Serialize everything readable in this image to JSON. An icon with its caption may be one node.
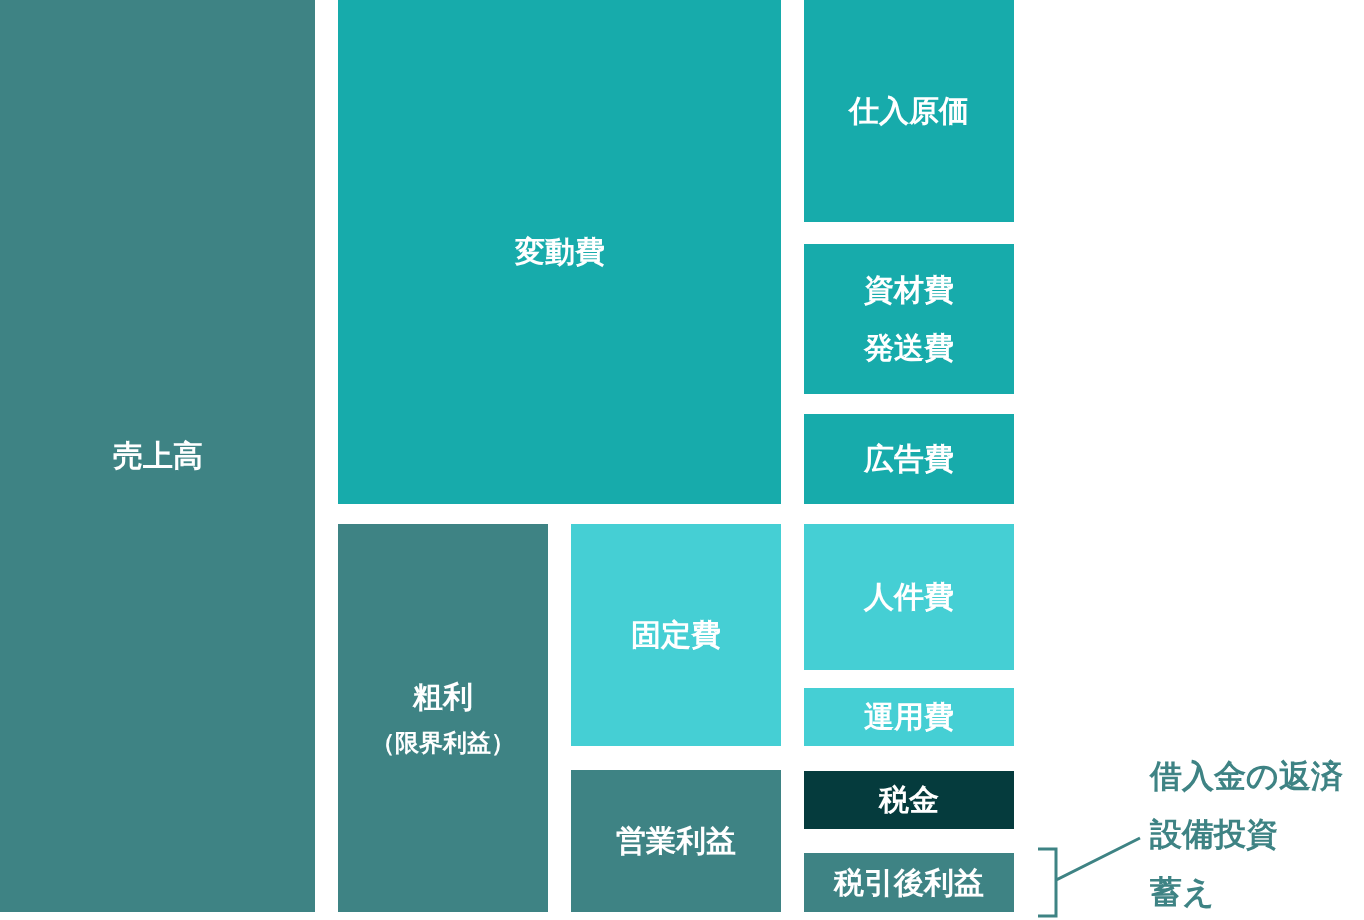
{
  "diagram": {
    "nodes": [
      {
        "text": [
          "売上高"
        ]
      },
      {
        "text": [
          "変動費"
        ]
      },
      {
        "text": [
          "仕入原価"
        ]
      },
      {
        "text": [
          "資材費",
          "発送費"
        ]
      },
      {
        "text": [
          "広告費"
        ]
      },
      {
        "text": [
          "粗利",
          "（限界利益）"
        ]
      },
      {
        "text": [
          "固定費"
        ]
      },
      {
        "text": [
          "人件費"
        ]
      },
      {
        "text": [
          "運用費"
        ]
      },
      {
        "text": [
          "営業利益"
        ]
      },
      {
        "text": [
          "税金"
        ]
      },
      {
        "text": [
          "税引後利益"
        ]
      },
      {
        "text": [
          "借入金の返済",
          "設備投資",
          "蓄え"
        ]
      }
    ],
    "edges": [
      {
        "from": 12,
        "to": 11,
        "arrow": "none"
      }
    ]
  }
}
